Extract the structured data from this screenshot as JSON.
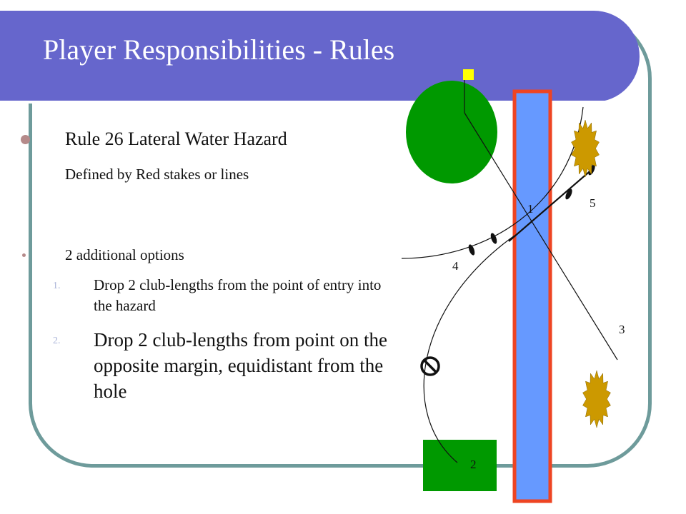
{
  "title": "Player Responsibilities - Rules",
  "rule": {
    "heading": "Rule 26  Lateral Water Hazard",
    "definition": "Defined by Red stakes or lines"
  },
  "options": {
    "heading": "2 additional options",
    "items": [
      {
        "number": "1.",
        "text": "Drop 2 club-lengths from the point of entry into the hazard"
      },
      {
        "number": "2.",
        "text": "Drop 2 club-lengths from point on the opposite margin, equidistant from the hole"
      }
    ]
  },
  "diagram": {
    "labels": [
      "1",
      "2",
      "3",
      "4",
      "5"
    ],
    "colors": {
      "green": "#009900",
      "water": "#6699ff",
      "stakes": "#ee4422",
      "flag": "#ffff00",
      "bush": "#cc9900",
      "title_bar": "#6666cc"
    }
  }
}
